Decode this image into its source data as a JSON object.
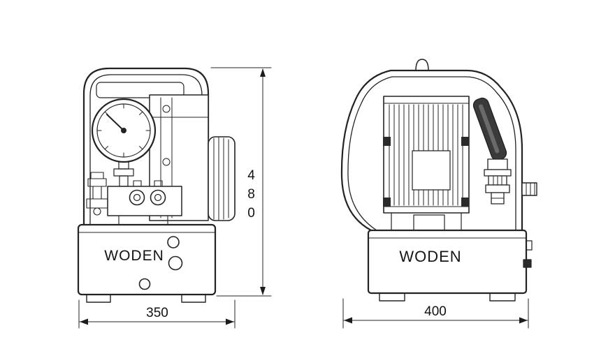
{
  "drawing": {
    "views": {
      "front": {
        "brand_label": "WODEN"
      },
      "side": {
        "brand_label": "WODEN"
      }
    },
    "dimensions": {
      "height": "480",
      "front_width": "350",
      "side_width": "400"
    },
    "colors": {
      "background": "#ffffff",
      "line": "#232323",
      "lever": "#3a3a3a"
    }
  }
}
